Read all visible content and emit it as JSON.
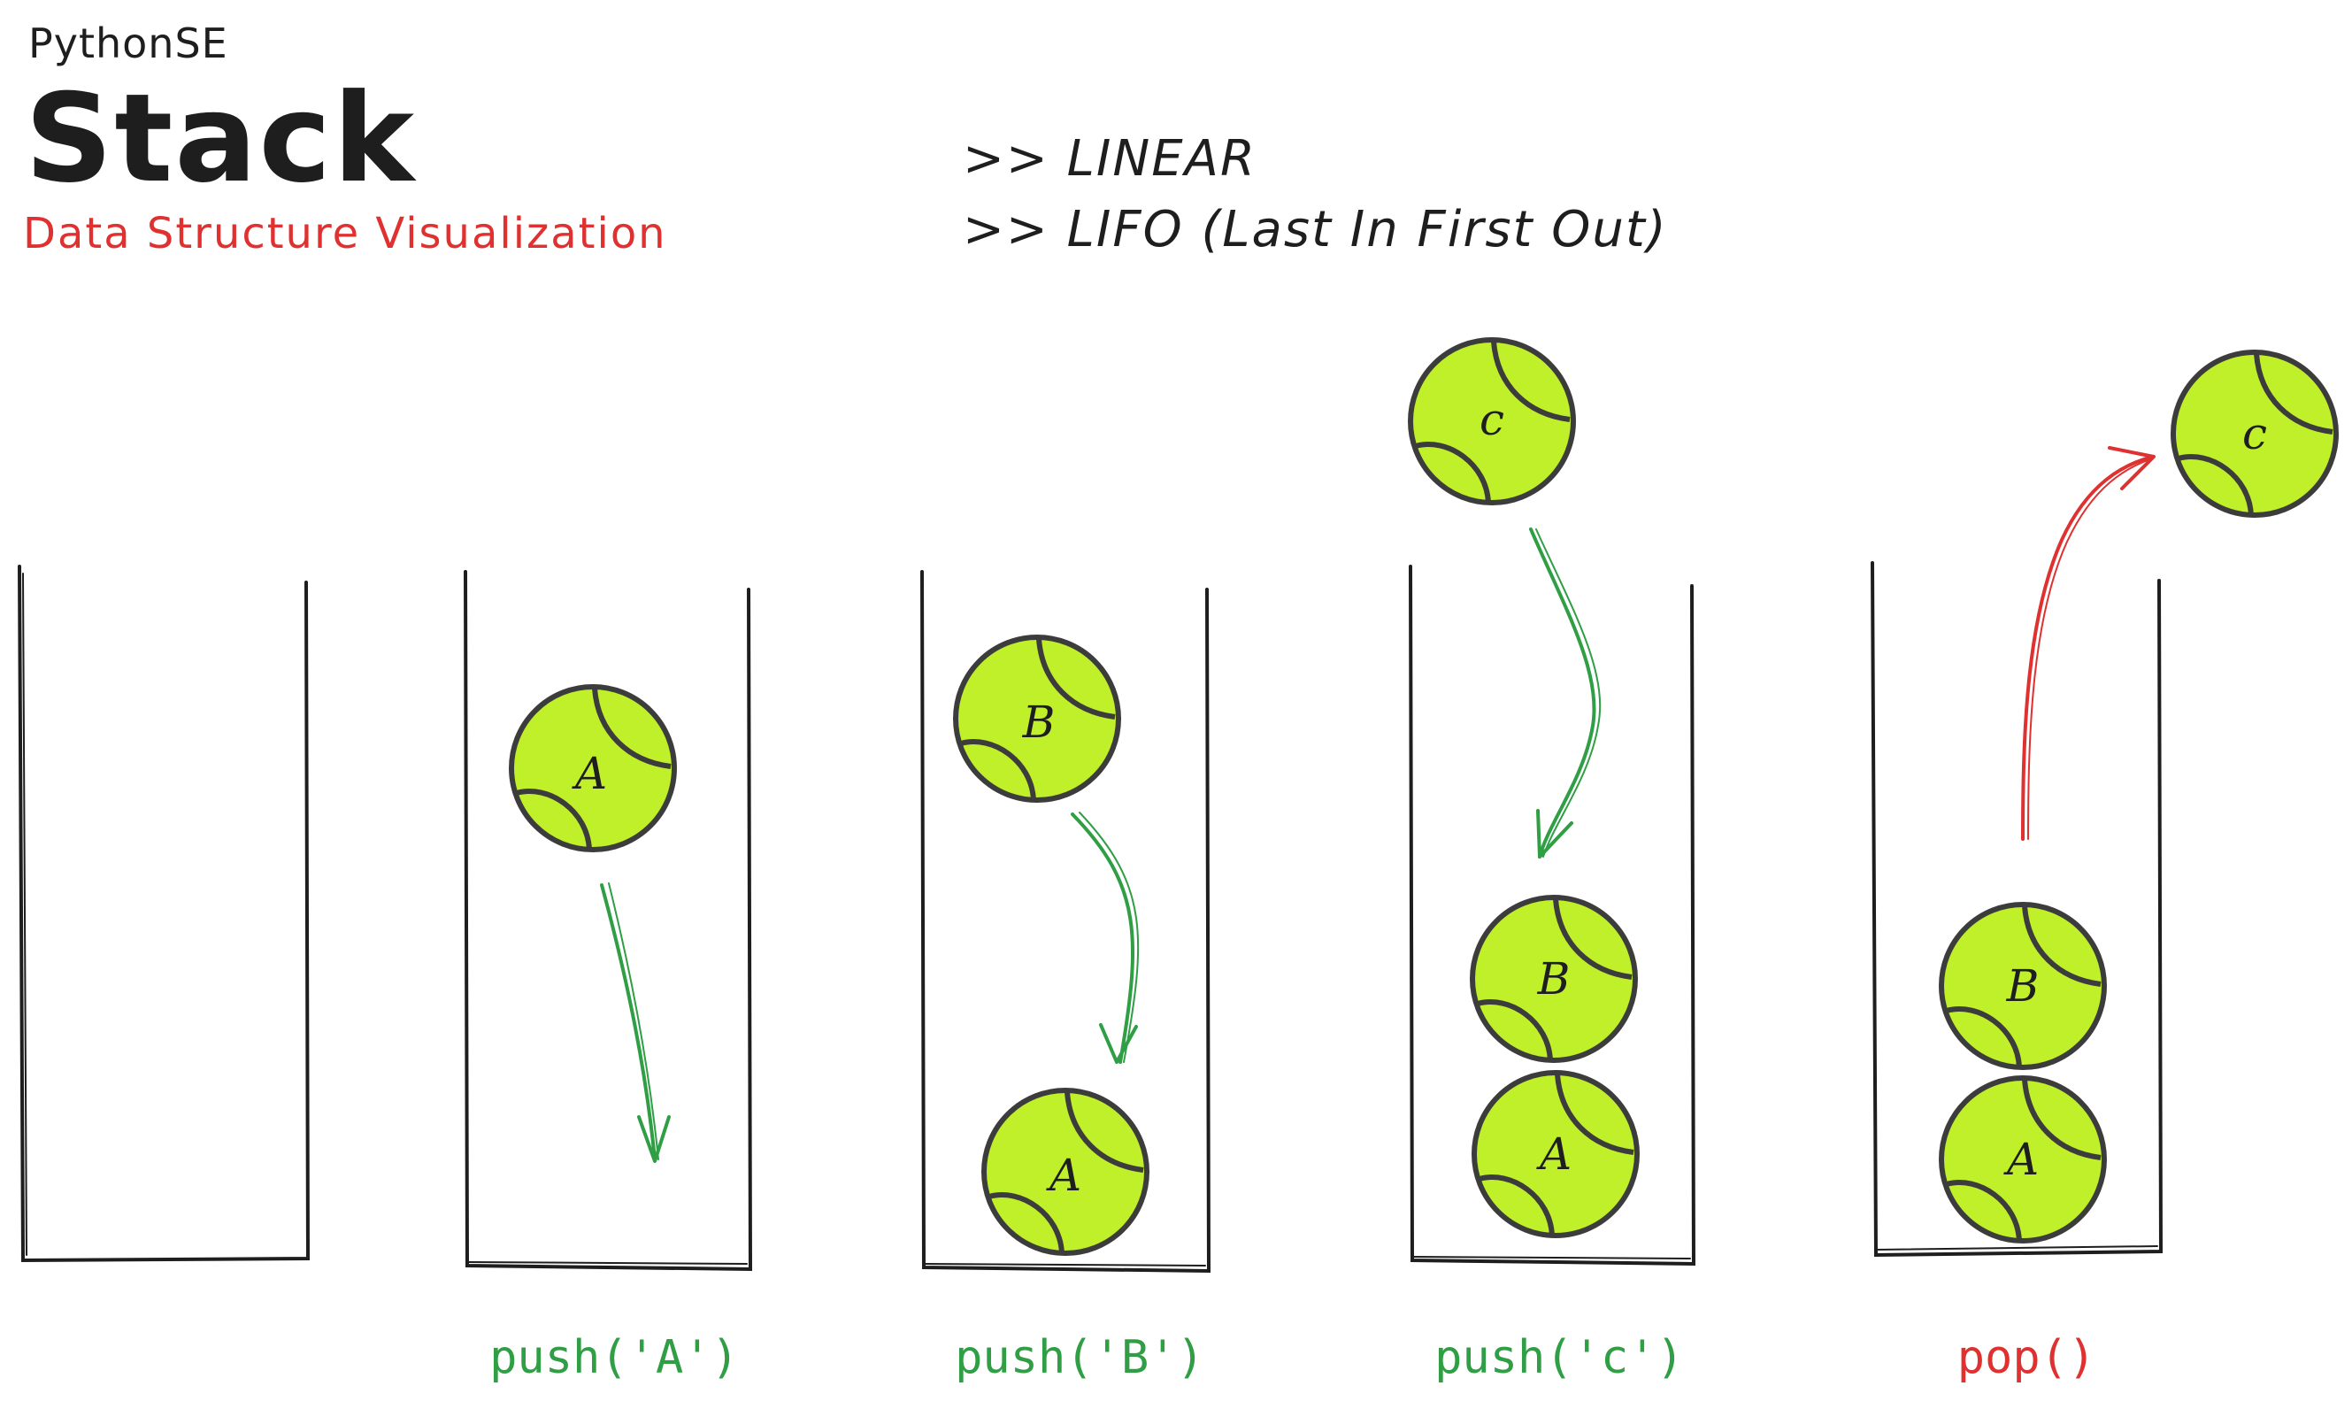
{
  "header": {
    "brand": "PythonSE",
    "title": "Stack",
    "subtitle": "Data Structure Visualization"
  },
  "properties": [
    ">> LINEAR",
    ">> LIFO (Last In First Out)"
  ],
  "operations": [
    {
      "label": "push('A')",
      "color": "#2f9e44"
    },
    {
      "label": "push('B')",
      "color": "#2f9e44"
    },
    {
      "label": "push('c')",
      "color": "#2f9e44"
    },
    {
      "label": "pop()",
      "color": "#e03131"
    }
  ],
  "balls": {
    "A": "A",
    "B": "B",
    "C": "c"
  },
  "colors": {
    "ball_fill": "#c0f02a",
    "ball_outline": "#3c3c3c",
    "push_arrow": "#2f9e44",
    "pop_arrow": "#e03131",
    "container": "#1e1e1e"
  }
}
